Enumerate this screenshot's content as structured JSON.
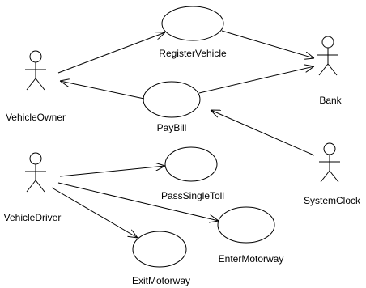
{
  "diagram": {
    "type": "use-case",
    "actors": [
      {
        "id": "owner",
        "label": "VehicleOwner"
      },
      {
        "id": "driver",
        "label": "VehicleDriver"
      },
      {
        "id": "bank",
        "label": "Bank"
      },
      {
        "id": "clock",
        "label": "SystemClock"
      }
    ],
    "use_cases": [
      {
        "id": "register",
        "label": "RegisterVehicle"
      },
      {
        "id": "paybill",
        "label": "PayBill"
      },
      {
        "id": "passtoll",
        "label": "PassSingleToll"
      },
      {
        "id": "enter",
        "label": "EnterMotorway"
      },
      {
        "id": "exit",
        "label": "ExitMotorway"
      }
    ],
    "associations": [
      {
        "from": "owner",
        "to": "register"
      },
      {
        "from": "register",
        "to": "bank"
      },
      {
        "from": "paybill",
        "to": "owner"
      },
      {
        "from": "paybill",
        "to": "bank"
      },
      {
        "from": "clock",
        "to": "paybill"
      },
      {
        "from": "driver",
        "to": "passtoll"
      },
      {
        "from": "driver",
        "to": "enter"
      },
      {
        "from": "driver",
        "to": "exit"
      }
    ]
  }
}
